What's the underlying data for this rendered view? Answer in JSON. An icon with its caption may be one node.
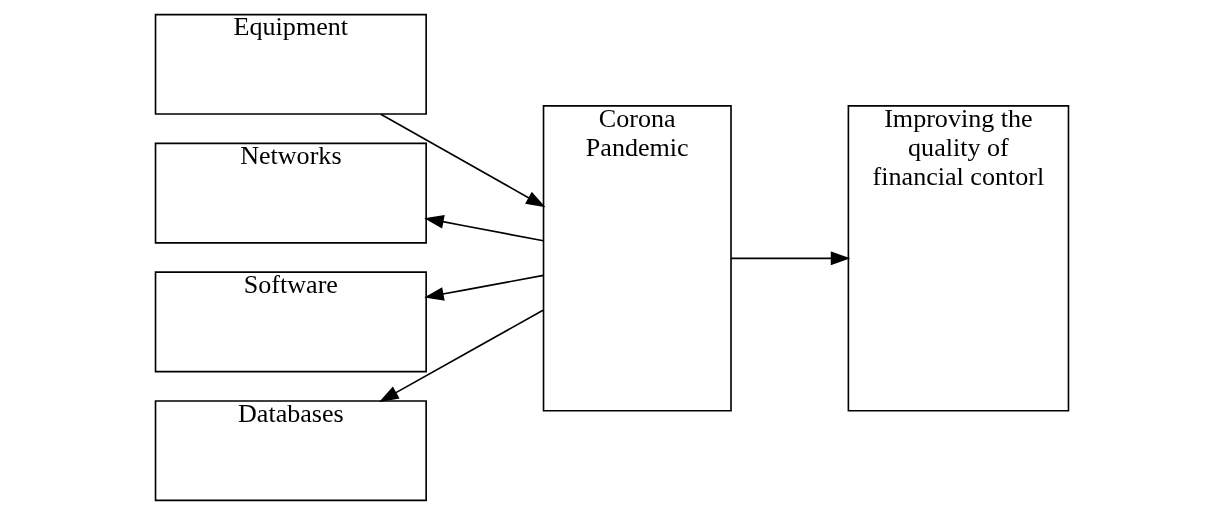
{
  "diagram": {
    "nodes": [
      {
        "text": [
          "Equipment"
        ]
      },
      {
        "text": [
          "Networks"
        ]
      },
      {
        "text": [
          "Software"
        ]
      },
      {
        "text": [
          "Databases"
        ]
      },
      {
        "text": [
          "Corona Pandemic"
        ]
      },
      {
        "text": [
          "Improving the quality of financial contorl"
        ]
      }
    ],
    "edges": [
      {
        "from": 0,
        "to": 4,
        "arrow": "to"
      },
      {
        "from": 4,
        "to": 1,
        "arrow": "to"
      },
      {
        "from": 4,
        "to": 2,
        "arrow": "to"
      },
      {
        "from": 4,
        "to": 3,
        "arrow": "to"
      },
      {
        "from": 4,
        "to": 5,
        "arrow": "to"
      }
    ]
  }
}
